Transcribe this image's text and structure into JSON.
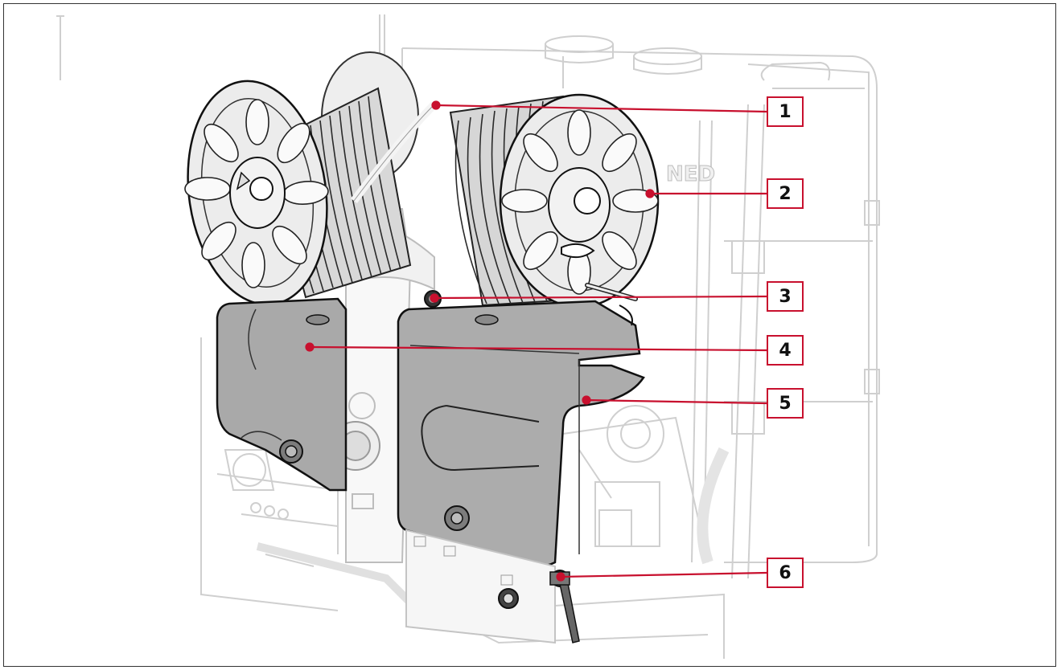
{
  "callouts": [
    {
      "label": "1"
    },
    {
      "label": "2"
    },
    {
      "label": "3"
    },
    {
      "label": "4"
    },
    {
      "label": "5"
    },
    {
      "label": "6"
    }
  ],
  "machine": {
    "badge_text": "NED"
  },
  "colors": {
    "accent": "#c8102e",
    "line_art": "#1a1a1a",
    "ghost_line": "#c9c9c9",
    "tank_fill": "#a9a9a9",
    "reel_fill": "#e9e9e9"
  }
}
